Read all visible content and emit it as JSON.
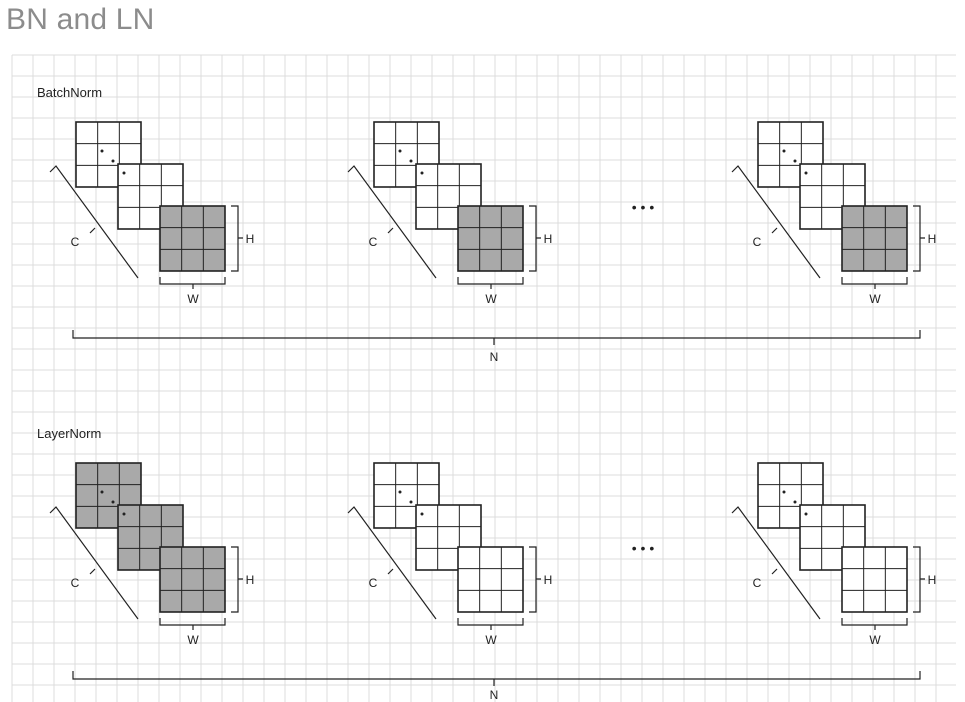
{
  "slide": {
    "title": "BN and LN"
  },
  "diagram": {
    "sections": [
      {
        "label": "BatchNorm",
        "shaded": [
          [
            false,
            false,
            true
          ],
          [
            false,
            false,
            true
          ],
          [
            false,
            false,
            true
          ]
        ],
        "batch_label": "N"
      },
      {
        "label": "LayerNorm",
        "shaded": [
          [
            true,
            true,
            true
          ],
          [
            false,
            false,
            false
          ],
          [
            false,
            false,
            false
          ]
        ],
        "batch_label": "N"
      }
    ],
    "ellipsis": "• • •",
    "dim_labels": {
      "channels": "C",
      "height": "H",
      "width": "W"
    },
    "colors": {
      "grid": "#dcdcdc",
      "shade": "#a9a9a9",
      "stroke": "#222222",
      "title": "#8c8c8c"
    }
  }
}
